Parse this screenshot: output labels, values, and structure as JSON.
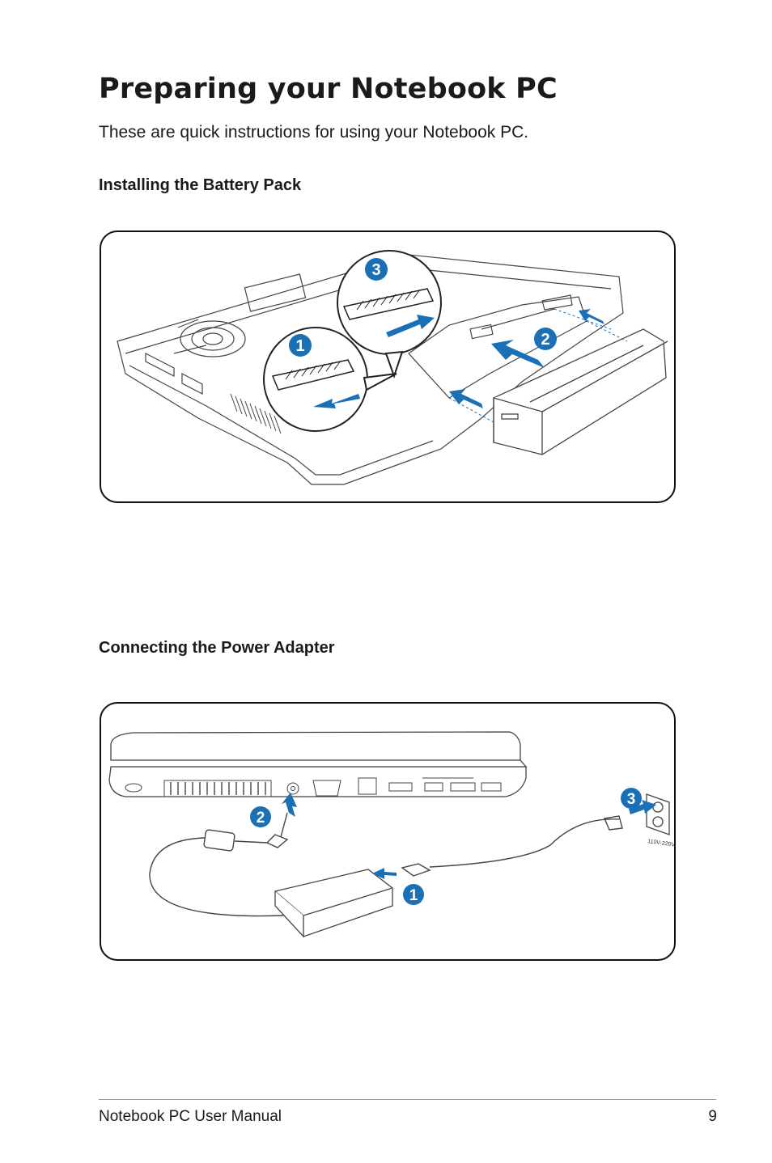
{
  "page": {
    "title": "Preparing your Notebook PC",
    "intro": "These are quick instructions for using your Notebook PC."
  },
  "sections": {
    "battery": {
      "heading": "Installing the Battery Pack",
      "steps": [
        "1",
        "2",
        "3"
      ]
    },
    "power": {
      "heading": "Connecting the Power Adapter",
      "steps": [
        "1",
        "2",
        "3"
      ],
      "outlet_label": "110V-220V"
    }
  },
  "footer": {
    "manual": "Notebook PC User Manual",
    "page_number": "9"
  },
  "colors": {
    "accent_arrow": "#1a6fb5",
    "step_badge": "#1a6fb5",
    "line_art": "#444444"
  }
}
